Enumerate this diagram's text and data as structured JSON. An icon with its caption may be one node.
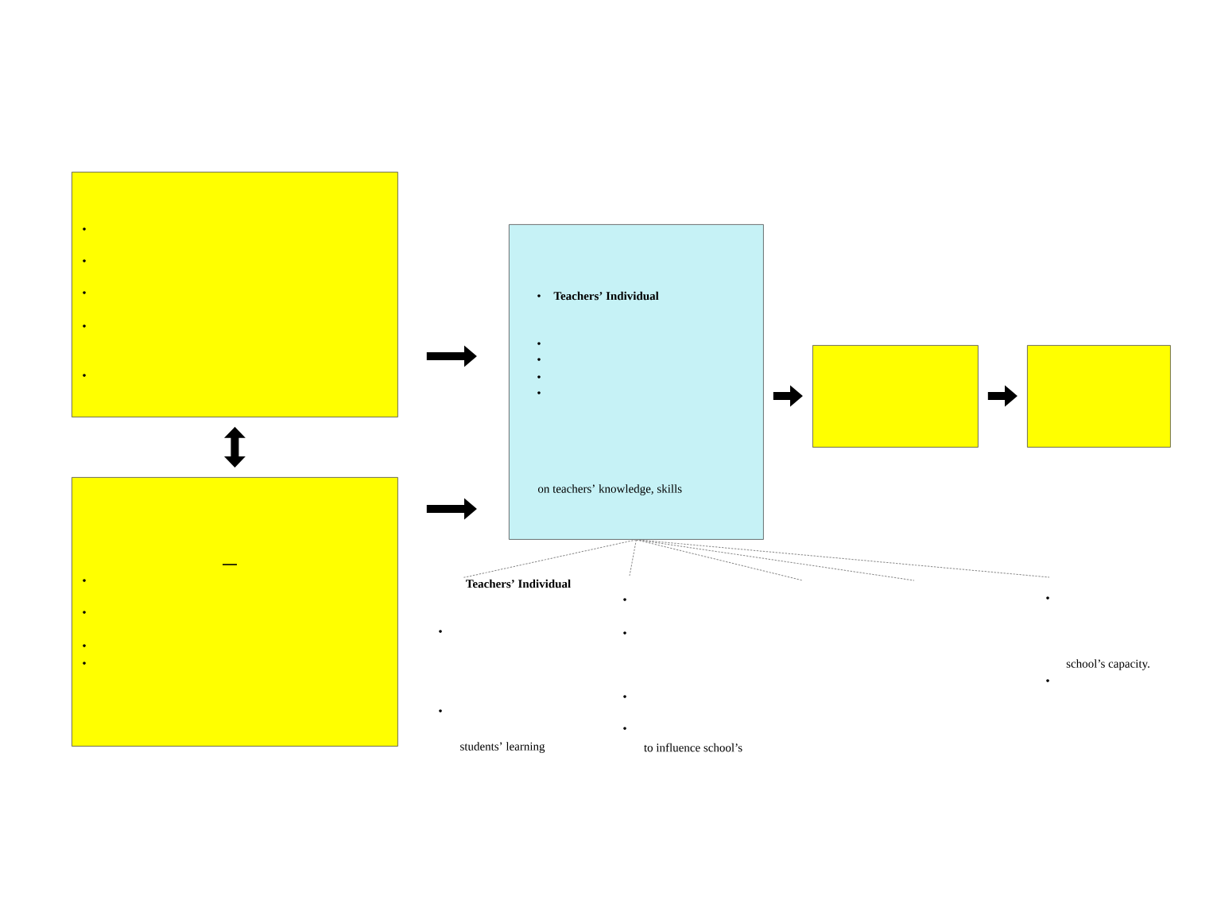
{
  "diagram": {
    "nodes": [
      {
        "text": [],
        "shape": "box"
      },
      {
        "text": [],
        "shape": "box"
      },
      {
        "text": [
          "Teachers’ Individual",
          "on teachers’ knowledge, skills"
        ]
      },
      {
        "text": [],
        "shape": "box"
      },
      {
        "text": [],
        "shape": "box"
      },
      {
        "text": [
          "Teachers’ Individual"
        ]
      }
    ],
    "edges": [
      {
        "from": 0,
        "to": 2,
        "arrow": "to",
        "style": "thick"
      },
      {
        "from": 1,
        "to": 2,
        "arrow": "to",
        "style": "thick"
      },
      {
        "from": 0,
        "to": 1,
        "arrow": "both",
        "style": "thick"
      },
      {
        "from": 2,
        "to": 3,
        "arrow": "to",
        "style": "thick"
      },
      {
        "from": 3,
        "to": 4,
        "arrow": "to",
        "style": "thick"
      },
      {
        "from": 2,
        "to": 5,
        "arrow": "none",
        "style": "dashed",
        "color": "#888888"
      },
      {
        "from": 2,
        "to": null,
        "arrow": "none",
        "style": "dashed",
        "color": "#888888"
      },
      {
        "from": 2,
        "to": null,
        "arrow": "none",
        "style": "dashed",
        "color": "#888888"
      },
      {
        "from": 2,
        "to": null,
        "arrow": "none",
        "style": "dashed",
        "color": "#888888"
      },
      {
        "from": 2,
        "to": null,
        "arrow": "none",
        "style": "dashed",
        "color": "#888888"
      }
    ],
    "labels": [
      "students’ learning",
      "to influence school’s",
      "school’s capacity."
    ]
  }
}
